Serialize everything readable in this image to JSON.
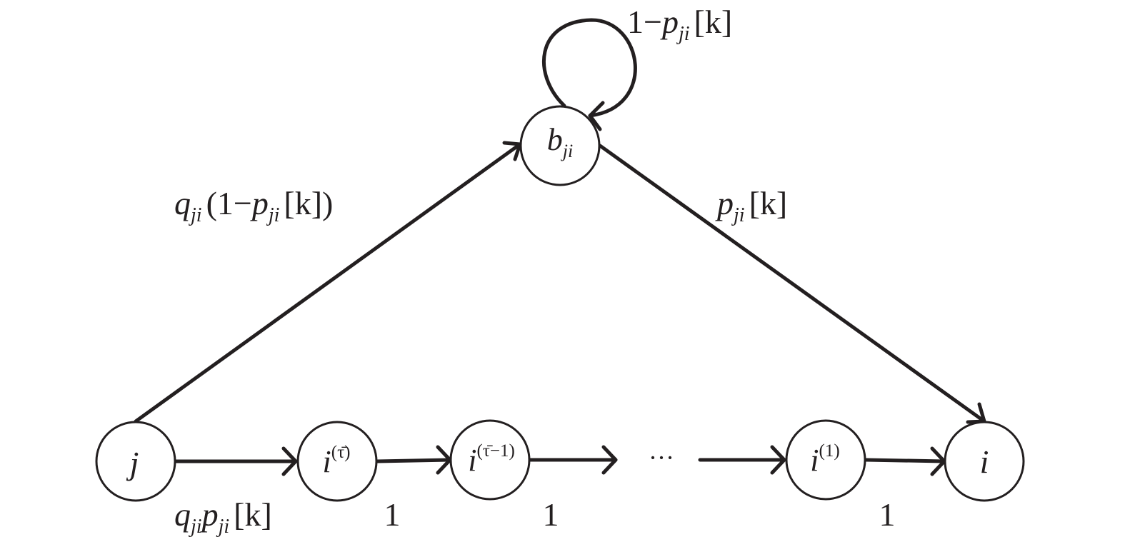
{
  "nodes": {
    "j": {
      "main": "j"
    },
    "t0": {
      "main": "i",
      "sup": "(τ̄)"
    },
    "t1": {
      "main": "i",
      "sup": "(τ̄−1)"
    },
    "t2": {
      "main": "i",
      "sup": "(1)"
    },
    "i": {
      "main": "i"
    },
    "b": {
      "main": "b",
      "sub": "ji"
    }
  },
  "ellipsis": "···",
  "labels": {
    "self_loop": {
      "one": "1−",
      "p": "p",
      "sub": "ji",
      "k": "[k]"
    },
    "j_to_b": {
      "q": "q",
      "q_sub": "ji",
      "open": "(1−",
      "p": "p",
      "p_sub": "ji",
      "close": "[k])"
    },
    "b_to_i": {
      "p": "p",
      "sub": "ji",
      "k": "[k]"
    },
    "j_to_t0": {
      "q": "q",
      "q_sub": "ji",
      "p": "p",
      "p_sub": "ji",
      "k": "[k]"
    },
    "t0_to_t1": "1",
    "t1_to_next": "1",
    "t2_to_i": "1"
  }
}
